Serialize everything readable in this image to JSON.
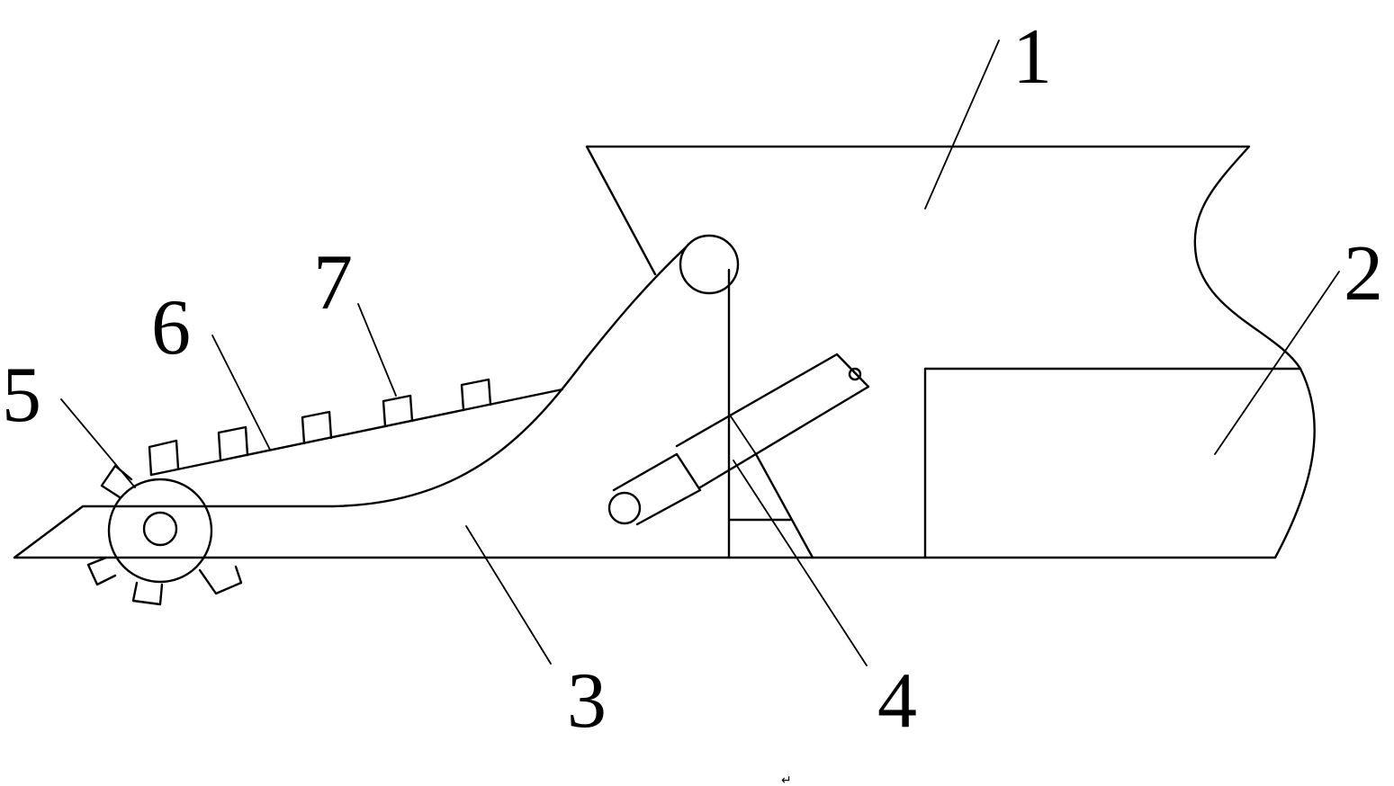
{
  "labels": {
    "l1": "1",
    "l2": "2",
    "l3": "3",
    "l4": "4",
    "l5": "5",
    "l6": "6",
    "l7": "7"
  },
  "paragraph_mark": "↵"
}
